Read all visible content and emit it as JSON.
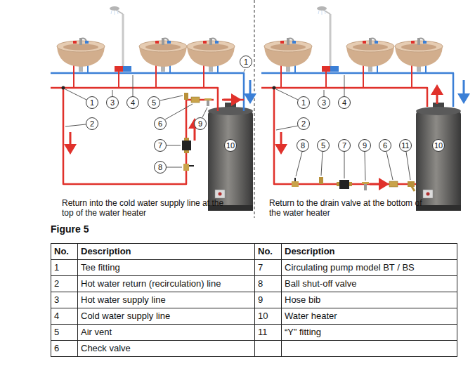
{
  "diagram": {
    "caption": "Figure 5",
    "labels": [
      "1",
      "1",
      "3",
      "4",
      "5",
      "2",
      "6",
      "9",
      "7",
      "10",
      "8",
      "1",
      "3",
      "4",
      "2",
      "8",
      "5",
      "7",
      "9",
      "6",
      "11",
      "10",
      "Return into the cold water supply line at the top of the water heater",
      "Return to the drain valve at the bottom of the water heater",
      "No.",
      "Description",
      "No.",
      "Description",
      "1",
      "Tee fitting",
      "7",
      "Circulating pump model BT / BS",
      "2",
      "Hot water return (recirculation) line",
      "8",
      "Ball shut-off valve",
      "3",
      "Hot water supply line",
      "9",
      "Hose bib",
      "4",
      "Cold water supply line",
      "10",
      "Water heater",
      "5",
      "Air vent",
      "11",
      "“Y” fitting",
      "6",
      "Check valve"
    ]
  }
}
